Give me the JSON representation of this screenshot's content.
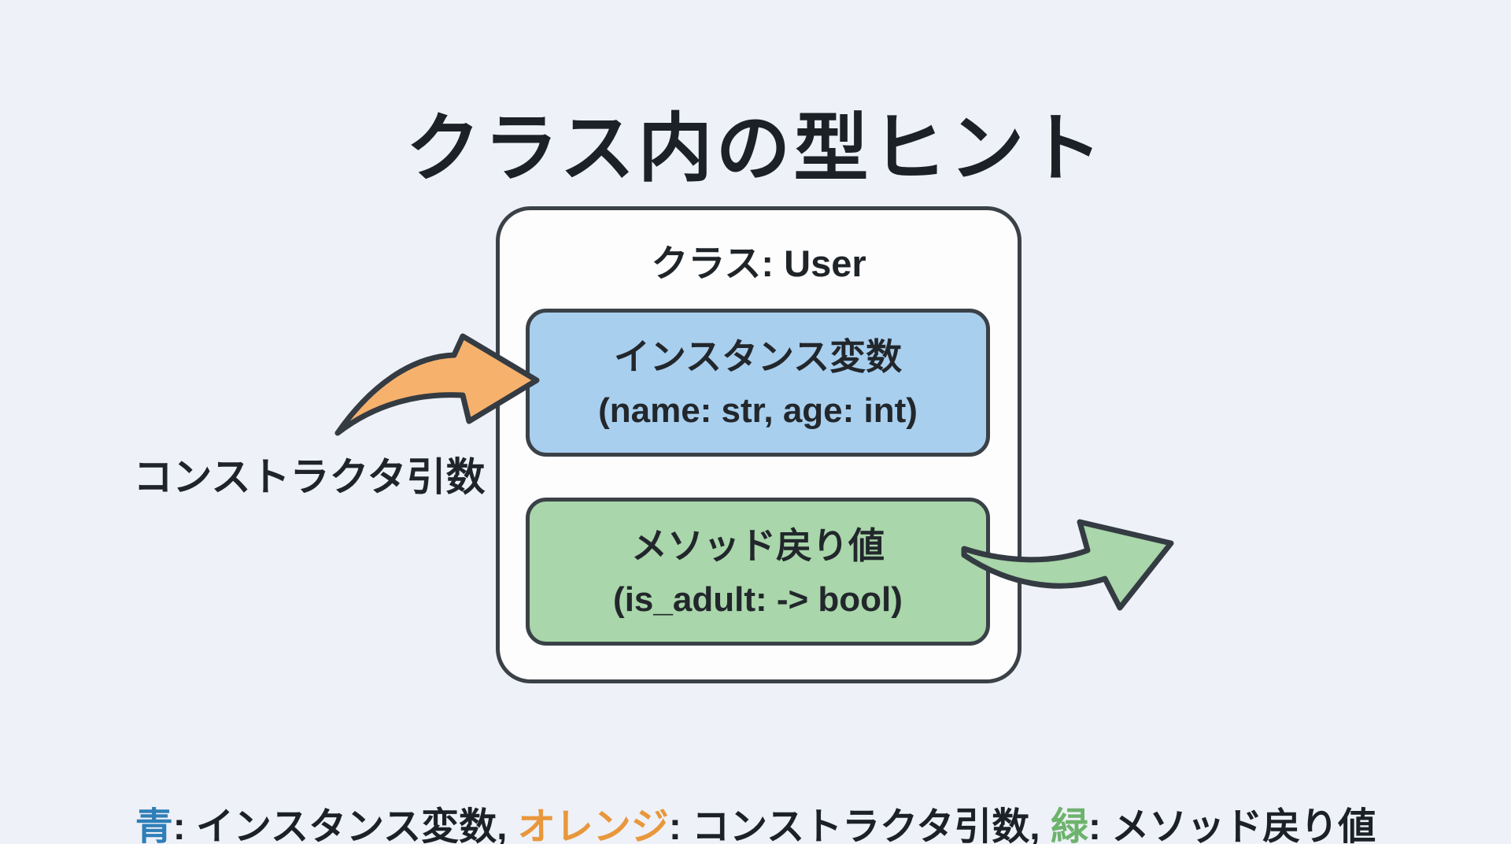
{
  "page": {
    "background_color": "#eef1f7",
    "text_color": "#1c2126"
  },
  "title": "クラス内の型ヒント",
  "diagram": {
    "class_box": {
      "header": "クラス: User",
      "fill": "#fdfdfe",
      "border_color": "#3a4147",
      "instance_box": {
        "line1": "インスタンス変数",
        "line2": "(name: str, age: int)",
        "fill": "#a9cfee"
      },
      "method_box": {
        "line1": "メソッド戻り値",
        "line2": "(is_adult: -> bool)",
        "fill": "#a9d6aa"
      }
    },
    "constructor_label": "コンストラクタ引数",
    "arrows": {
      "constructor_arrow": {
        "name": "curved-arrow-into-instance-box",
        "fill": "#f6b16d"
      },
      "return_arrow": {
        "name": "curved-arrow-out-of-method-box",
        "fill": "#a9d6aa"
      },
      "outline_color": "#343b42"
    }
  },
  "legend": {
    "parts": [
      {
        "text": "青",
        "color": "#2e7eb8"
      },
      {
        "text": ": インスタンス変数, ",
        "color": "#1c2126"
      },
      {
        "text": "オレンジ",
        "color": "#e8973c"
      },
      {
        "text": ": コンストラクタ引数, ",
        "color": "#1c2126"
      },
      {
        "text": "緑",
        "color": "#6db36d"
      },
      {
        "text": ": メソッド戻り値",
        "color": "#1c2126"
      }
    ]
  }
}
